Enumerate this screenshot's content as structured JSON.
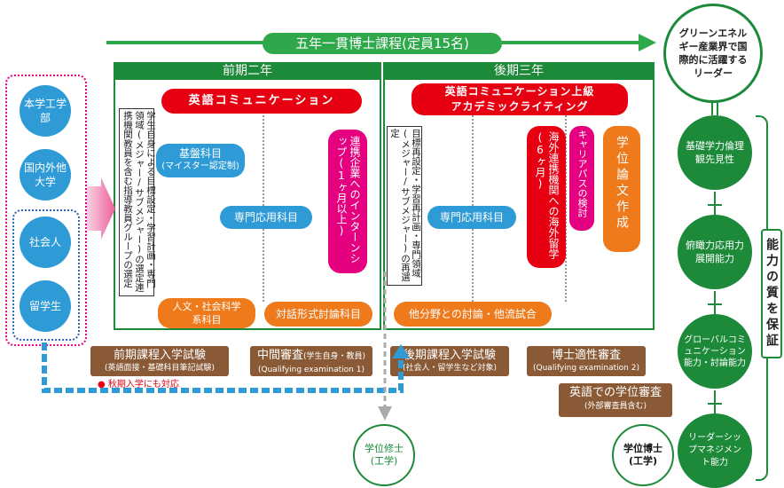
{
  "title": "五年一貫博士課程(定員15名)",
  "goal": "グリーンエネルギー産業界で国際的に活躍するリーダー",
  "phases": {
    "first": "前期二年",
    "second": "後期三年"
  },
  "sources": [
    "本学工学部",
    "国内外他大学",
    "社会人",
    "留学生"
  ],
  "first_period": {
    "english": "英語コミュニケーション",
    "basic_title": "基盤科目",
    "basic_sub": "(マイスター認定制)",
    "specialized": "専門応用科目",
    "humanities": "人文・社会科学系科目",
    "dialogue": "対話形式討論科目",
    "internship": "連携企業へのインターンシップ(1ヶ月以上)",
    "note": "学生自身による目標設定・学習計画・専門領域(メジャー/サブメジャー)の選定連携機関教員を含む指導教員グループの選定"
  },
  "second_period": {
    "english_line1": "英語コミュニケーション上級",
    "english_line2": "アカデミックライティング",
    "specialized": "専門応用科目",
    "discussion": "他分野との討論・他流試合",
    "study_abroad": "海外連携機関への海外留学(6ヶ月)",
    "career": "キャリアパスの検討",
    "thesis": "学位論文作成",
    "note": "目標再設定・学習再計画・専門領域(メジャー/サブメジャー)の再選定"
  },
  "exams": {
    "first_entrance": "前期課程入学試験",
    "first_entrance_sub": "(英語面接・基礎科目筆記試験)",
    "autumn_note": "● 秋期入学にも対応",
    "midterm": "中間審査",
    "midterm_note": "(学生自身・教員)",
    "midterm_sub": "(Qualifying examination 1)",
    "second_entrance": "後期課程入学試験",
    "second_entrance_sub": "(社会人・留学生など対象)",
    "fitness": "博士適性審査",
    "fitness_sub": "(Qualifying examination 2)",
    "english_degree": "英語での学位審査",
    "english_degree_sub": "(外部審査員含む)"
  },
  "degrees": {
    "master": "学位修士(工学)",
    "doctor": "学位博士(工学)"
  },
  "qualities": [
    "基礎学力倫理観先見性",
    "俯瞰力応用力展開能力",
    "グローバルコミュニケーション能力・討論能力",
    "リーダーシップマネジメント能力"
  ],
  "quality_label": "能力の質を保証",
  "colors": {
    "green": "#1d8a3a",
    "arrow": "#2ea84a",
    "red": "#e60012",
    "blue": "#2e9ad6",
    "orange": "#ee7a1c",
    "magenta": "#e4007f",
    "brown": "#8a5a36"
  }
}
